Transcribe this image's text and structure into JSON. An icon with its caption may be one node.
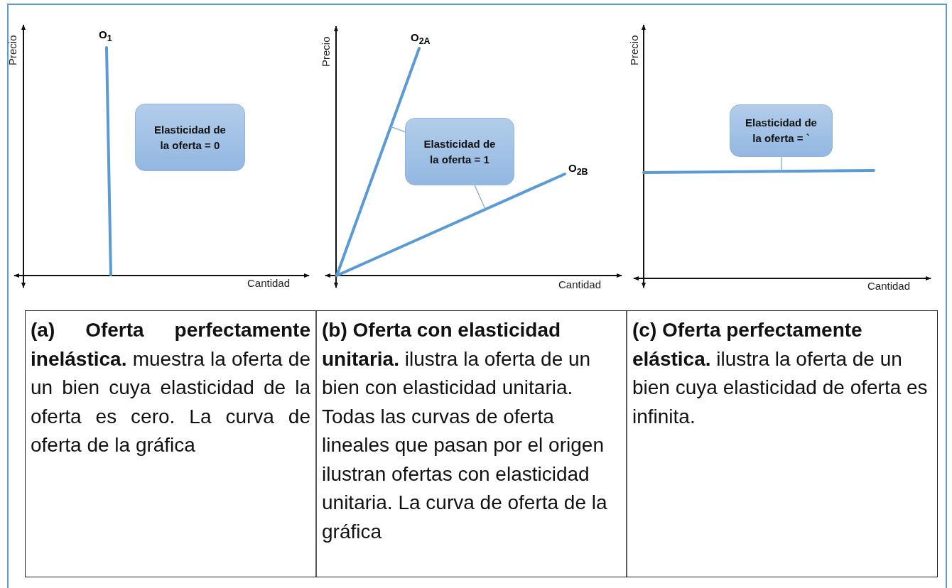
{
  "diagram": {
    "nodes": [
      {
        "text": [],
        "shape": "line",
        "beside": [
          "O$_{1}$"
        ]
      },
      {
        "text": [
          "Elasticidad de la oferta = 0"
        ]
      },
      {
        "text": [],
        "shape": "line",
        "beside": [
          "O$_{2A}$"
        ]
      },
      {
        "text": [
          "Elasticidad de la oferta = 1"
        ]
      },
      {
        "text": [],
        "shape": "line",
        "beside": [
          "O$_{2B}$"
        ]
      },
      {
        "text": [
          "Elasticidad de la oferta = `"
        ]
      },
      {
        "text": [],
        "shape": "line"
      }
    ],
    "edges": [
      {
        "from": 3,
        "to": 2,
        "arrow": "none"
      },
      {
        "from": 3,
        "to": 4,
        "arrow": "none"
      },
      {
        "from": 5,
        "to": 6,
        "arrow": "none"
      }
    ],
    "labels": [
      "Precio",
      "Cantidad",
      "Precio",
      "Cantidad",
      "Precio",
      "Cantidad",
      "**(a) Oferta perfectamente inelástica.** muestra la oferta de un bien cuya elasticidad de la oferta es cero. La curva de oferta de la gráfica",
      "**(b) Oferta con elasticidad unitaria.** ilustra la oferta de un bien con elasticidad unitaria. Todas las curvas de oferta lineales que pasan por el origen ilustran ofertas con elasticidad unitaria. La curva de oferta de la gráfica",
      "**(c) Oferta perfectamente elástica.** ilustra la oferta de un bien cuya elasticidad de oferta es infinita."
    ]
  }
}
